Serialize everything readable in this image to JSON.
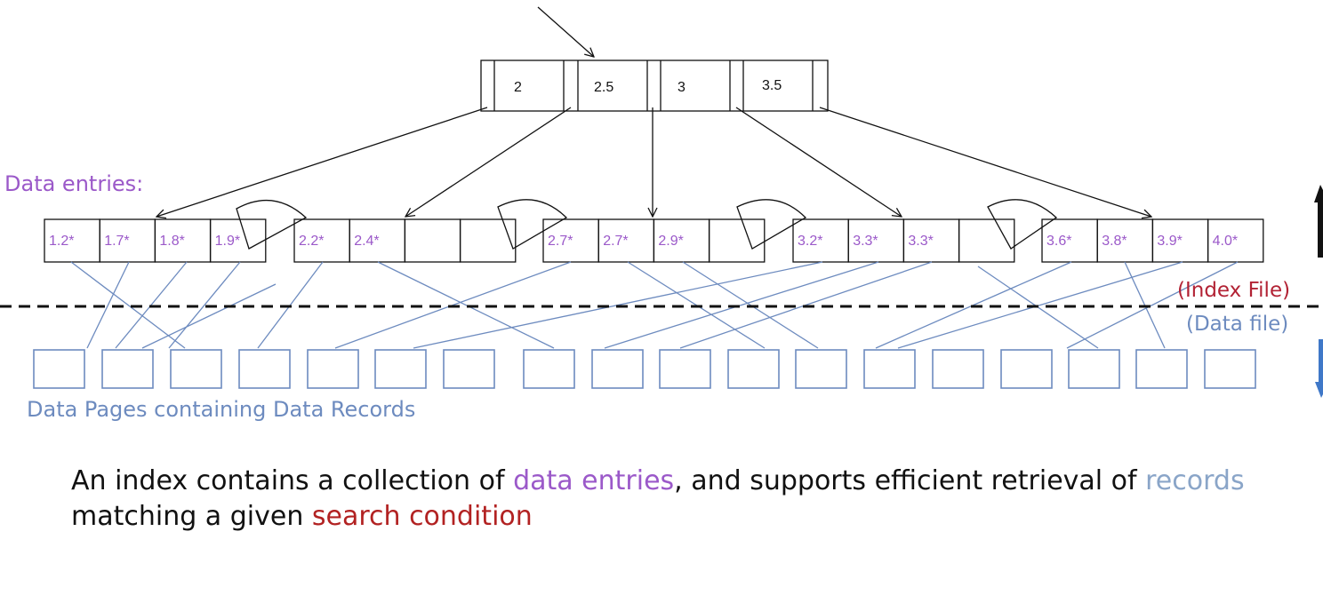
{
  "root_node": {
    "keys": [
      "2",
      "2.5",
      "3",
      "3.5"
    ]
  },
  "labels": {
    "data_entries": "Data entries:",
    "index_file": "(Index File)",
    "data_file": "(Data file)",
    "data_pages": "Data Pages containing Data Records"
  },
  "leaves": [
    {
      "entries": [
        "1.2*",
        "1.7*",
        "1.8*",
        "1.9*"
      ]
    },
    {
      "entries": [
        "2.2*",
        "2.4*",
        "",
        ""
      ]
    },
    {
      "entries": [
        "2.7*",
        "2.7*",
        "2.9*",
        ""
      ]
    },
    {
      "entries": [
        "3.2*",
        "3.3*",
        "3.3*",
        ""
      ]
    },
    {
      "entries": [
        "3.6*",
        "3.8*",
        "3.9*",
        "4.0*"
      ]
    }
  ],
  "data_page_count": 18,
  "caption": {
    "part1": "An index contains a collection of ",
    "part2": "data entries",
    "part3": ", and supports efficient retrieval of ",
    "part4": "records",
    "part5": " matching a given ",
    "part6": "search condition"
  },
  "colors": {
    "entry_purple": "#9b59c9",
    "index_red": "#b22234",
    "data_blue": "#6d8bbf",
    "connector_blue": "#6d8bbf",
    "accent_blue": "#3f78c8"
  }
}
